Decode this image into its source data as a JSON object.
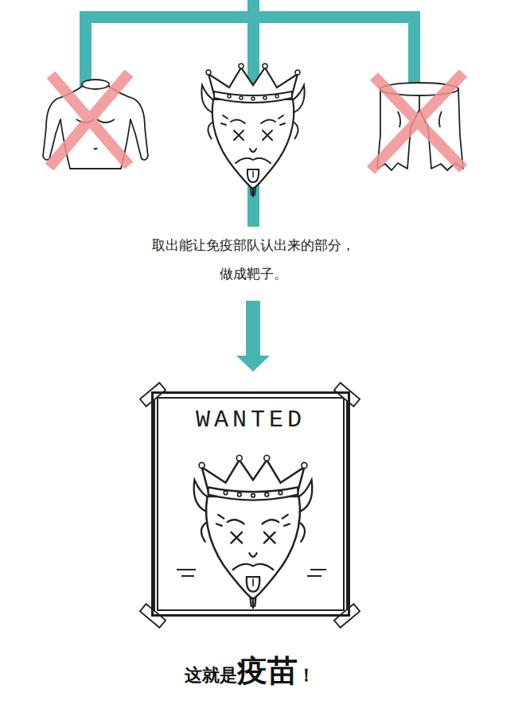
{
  "diagram": {
    "caption": "这就是疫苗！",
    "nodes": [
      {
        "text": [
          "WANTED"
        ]
      }
    ],
    "labels": [
      "取出能让免疫部队认出来的部分， 做成靶子。"
    ]
  }
}
